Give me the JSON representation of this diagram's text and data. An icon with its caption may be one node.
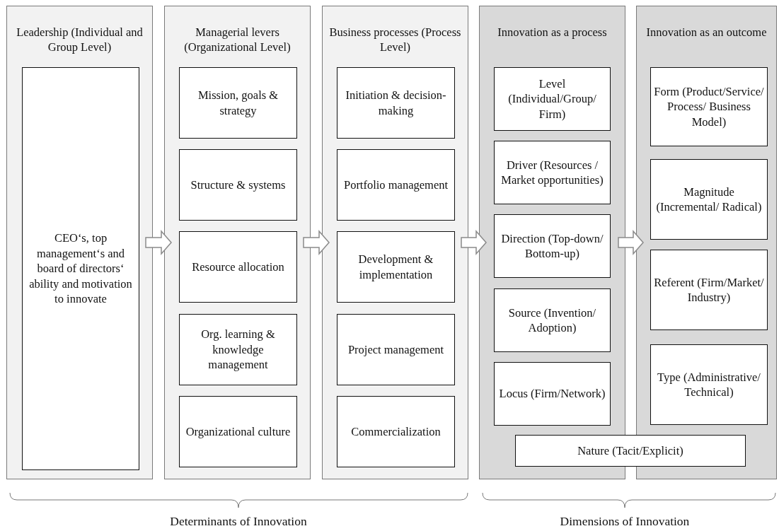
{
  "diagram": {
    "nodes": [
      {
        "text": [
          "Leadership (Individual and Group Level)"
        ]
      },
      {
        "text": [
          "CEO‘s, top management‘s and board of directors‘ ability and motivation to innovate"
        ],
        "in": 0
      },
      {
        "text": [
          "Managerial levers (Organizational Level)"
        ]
      },
      {
        "text": [
          "Mission, goals & strategy"
        ],
        "in": 2
      },
      {
        "text": [
          "Structure & systems"
        ],
        "in": 2
      },
      {
        "text": [
          "Resource allocation"
        ],
        "in": 2
      },
      {
        "text": [
          "Org. learning & knowledge management"
        ],
        "in": 2
      },
      {
        "text": [
          "Organizational culture"
        ],
        "in": 2
      },
      {
        "text": [
          "Business processes (Process Level)"
        ]
      },
      {
        "text": [
          "Initiation & decision-making"
        ],
        "in": 8
      },
      {
        "text": [
          "Portfolio management"
        ],
        "in": 8
      },
      {
        "text": [
          "Development & implementation"
        ],
        "in": 8
      },
      {
        "text": [
          "Project management"
        ],
        "in": 8
      },
      {
        "text": [
          "Commercialization"
        ],
        "in": 8
      },
      {
        "text": [
          "Innovation as a process"
        ]
      },
      {
        "text": [
          "Level (Individual/Group/ Firm)"
        ],
        "in": 14
      },
      {
        "text": [
          "Driver (Resources / Market opportunities)"
        ],
        "in": 14
      },
      {
        "text": [
          "Direction (Top-down/ Bottom-up)"
        ],
        "in": 14
      },
      {
        "text": [
          "Source (Invention/ Adoption)"
        ],
        "in": 14
      },
      {
        "text": [
          "Locus (Firm/Network)"
        ],
        "in": 14
      },
      {
        "text": [
          "Innovation as an outcome"
        ]
      },
      {
        "text": [
          "Form (Product/Service/ Process/ Business Model)"
        ],
        "in": 20
      },
      {
        "text": [
          "Magnitude (Incremental/ Radical)"
        ],
        "in": 20
      },
      {
        "text": [
          "Referent (Firm/Market/ Industry)"
        ],
        "in": 20
      },
      {
        "text": [
          "Type (Administrative/ Technical)"
        ],
        "in": 20
      },
      {
        "text": [
          "Nature (Tacit/Explicit)"
        ]
      }
    ],
    "edges": [
      {
        "from": 0,
        "to": 2,
        "arrow": "to",
        "style": "thick"
      },
      {
        "from": 2,
        "to": 8,
        "arrow": "to",
        "style": "thick"
      },
      {
        "from": 8,
        "to": 14,
        "arrow": "to",
        "style": "thick"
      },
      {
        "from": 14,
        "to": 20,
        "arrow": "to",
        "style": "thick"
      }
    ],
    "labels": [
      "Determinants of Innovation",
      "Dimensions of Innovation"
    ]
  }
}
